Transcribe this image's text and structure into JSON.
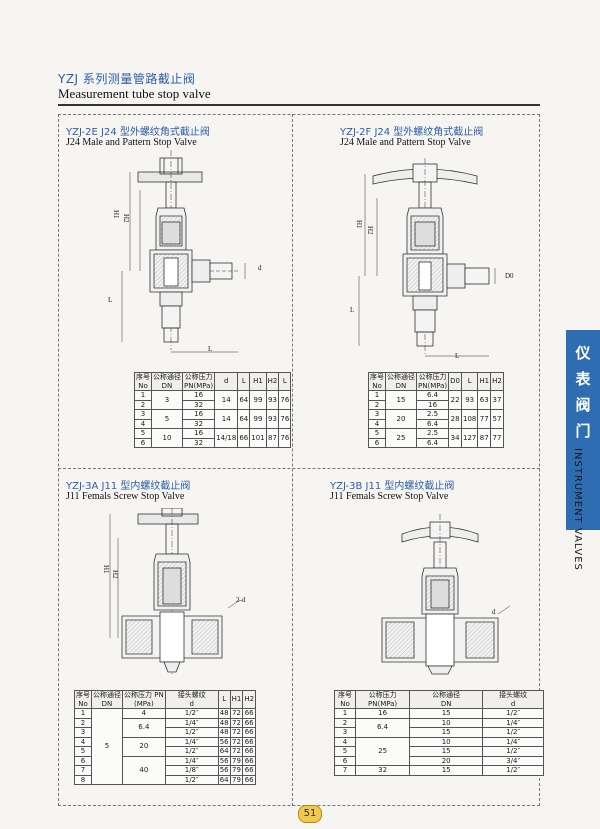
{
  "header": {
    "title_cn": "YZJ 系列测量管路截止阀",
    "title_en": "Measurement tube stop valve"
  },
  "sidebar": {
    "chars": [
      "仪",
      "表",
      "阀",
      "门"
    ],
    "text_en": "INSTRUMENT VALVES"
  },
  "page_number": "51",
  "quadrants": [
    {
      "title_cn": "YZJ-2E J24 型外螺纹角式截止阀",
      "title_en": "J24 Male and Pattern Stop Valve",
      "dim_labels": [
        "H1",
        "H2",
        "L",
        "L",
        "d"
      ],
      "table": {
        "headers": [
          [
            "序号",
            "No"
          ],
          [
            "公称通径",
            "DN"
          ],
          [
            "公称压力",
            "PN(MPa)"
          ],
          [
            "d"
          ],
          [
            "L"
          ],
          [
            "H1"
          ],
          [
            "H2"
          ],
          [
            "L"
          ]
        ],
        "rows": [
          [
            "1",
            "3",
            "16",
            "14",
            "64",
            "99",
            "93",
            "76"
          ],
          [
            "2",
            "",
            "32",
            "",
            "",
            "",
            "",
            ""
          ],
          [
            "3",
            "5",
            "16",
            "14",
            "64",
            "99",
            "93",
            "76"
          ],
          [
            "4",
            "",
            "32",
            "",
            "",
            "",
            "",
            ""
          ],
          [
            "5",
            "10",
            "16",
            "14/18",
            "66",
            "101",
            "87",
            "76"
          ],
          [
            "6",
            "",
            "32",
            "",
            "",
            "",
            "",
            ""
          ]
        ]
      }
    },
    {
      "title_cn": "YZJ-2F J24 型外螺纹角式截止阀",
      "title_en": "J24 Male and Pattern Stop Valve",
      "dim_labels": [
        "H1",
        "H2",
        "L",
        "L",
        "D0"
      ],
      "table": {
        "headers": [
          [
            "序号",
            "No"
          ],
          [
            "公称通径",
            "DN"
          ],
          [
            "公称压力",
            "PN(MPa)"
          ],
          [
            "D0"
          ],
          [
            "L"
          ],
          [
            "H1"
          ],
          [
            "H2"
          ]
        ],
        "rows": [
          [
            "1",
            "15",
            "6.4",
            "22",
            "93",
            "63",
            "37"
          ],
          [
            "2",
            "",
            "16",
            "",
            "",
            "",
            ""
          ],
          [
            "3",
            "20",
            "2.5",
            "28",
            "108",
            "77",
            "57"
          ],
          [
            "4",
            "",
            "6.4",
            "",
            "",
            "",
            ""
          ],
          [
            "5",
            "25",
            "2.5",
            "34",
            "127",
            "87",
            "77"
          ],
          [
            "6",
            "",
            "6.4",
            "",
            "",
            "",
            ""
          ]
        ]
      }
    },
    {
      "title_cn": "YZJ-3A J11 型内螺纹截止阀",
      "title_en": "J11 Femals Screw Stop Valve",
      "dim_labels": [
        "H1",
        "H2",
        "2-d"
      ],
      "table": {
        "headers": [
          [
            "序号",
            "No"
          ],
          [
            "公称通径",
            "DN"
          ],
          [
            "公称压力 PN",
            "(MPa)"
          ],
          [
            "接头螺纹",
            "d"
          ],
          [
            "L"
          ],
          [
            "H1"
          ],
          [
            "H2"
          ]
        ],
        "rows": [
          [
            "1",
            "",
            "4",
            "1/2″",
            "48",
            "72",
            "66"
          ],
          [
            "2",
            "",
            "6.4",
            "1/4″",
            "48",
            "72",
            "66"
          ],
          [
            "3",
            "",
            "",
            "1/2″",
            "48",
            "72",
            "66"
          ],
          [
            "4",
            "5",
            "20",
            "1/4″",
            "56",
            "72",
            "66"
          ],
          [
            "5",
            "",
            "",
            "1/2″",
            "64",
            "72",
            "66"
          ],
          [
            "6",
            "",
            "40",
            "1/4″",
            "56",
            "79",
            "66"
          ],
          [
            "7",
            "",
            "",
            "1/8″",
            "56",
            "79",
            "66"
          ],
          [
            "8",
            "",
            "",
            "1/2″",
            "64",
            "79",
            "66"
          ]
        ]
      }
    },
    {
      "title_cn": "YZJ-3B J11 型内螺纹截止阀",
      "title_en": "J11 Femals Screw Stop Valve",
      "dim_labels": [
        "d"
      ],
      "table": {
        "headers": [
          [
            "序号",
            "No"
          ],
          [
            "公称压力",
            "PN(MPa)"
          ],
          [
            "公称通径",
            "DN"
          ],
          [
            "接头螺纹",
            "d"
          ]
        ],
        "rows": [
          [
            "1",
            "16",
            "15",
            "1/2″"
          ],
          [
            "2",
            "6.4",
            "10",
            "1/4″"
          ],
          [
            "3",
            "",
            "15",
            "1/2″"
          ],
          [
            "4",
            "25",
            "10",
            "1/4″"
          ],
          [
            "5",
            "",
            "15",
            "1/2″"
          ],
          [
            "6",
            "",
            "20",
            "3/4″"
          ],
          [
            "7",
            "32",
            "15",
            "1/2″"
          ]
        ]
      }
    }
  ]
}
